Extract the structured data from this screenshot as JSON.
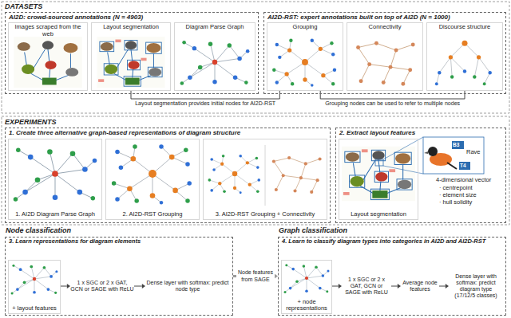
{
  "diagram": {
    "nodes": [
      {
        "text": [
          "AI2D: crowd-sourced annotations (N = 4903)"
        ]
      },
      {
        "text": [
          "Images scraped from the web"
        ],
        "in": 0
      },
      {
        "text": [
          "Layout segmentation"
        ],
        "in": 0
      },
      {
        "text": [
          "Diagram Parse Graph"
        ],
        "in": 0
      },
      {
        "text": [
          "AI2D-RST: expert annotations built on top of AI2D (N = 1000)"
        ]
      },
      {
        "text": [
          "Grouping"
        ],
        "in": 4
      },
      {
        "text": [
          "Connectivity"
        ],
        "in": 4
      },
      {
        "text": [
          "Discourse structure"
        ],
        "in": 4
      },
      {
        "text": [
          "1. Create three alternative graph-based representations of diagram structure"
        ]
      },
      {
        "text": [
          "1. AI2D Diagram Parse Graph"
        ],
        "in": 8
      },
      {
        "text": [
          "2. AI2D-RST Grouping"
        ],
        "in": 8
      },
      {
        "text": [
          "3. AI2D-RST Grouping + Connectivity"
        ],
        "in": 8
      },
      {
        "text": [
          "2. Extract layout features"
        ]
      },
      {
        "text": [
          "Layout segmentation"
        ],
        "in": 12
      },
      {
        "text": [
          "Node classification",
          "3. Learn representations for diagram elements"
        ]
      },
      {
        "text": [
          "+ layout features"
        ],
        "in": 14
      },
      {
        "text": [
          "1 x SGC or 2 x GAT, GCN or SAGE with ReLU"
        ],
        "in": 14
      },
      {
        "text": [
          "Dense layer with softmax: predict node type"
        ],
        "in": 14
      },
      {
        "text": [
          "Graph classification",
          "4. Learn to classify diagram types into categories in AI2D and AI2D-RST"
        ]
      },
      {
        "text": [
          "+ node representations"
        ],
        "in": 18
      },
      {
        "text": [
          "1 x SGC or 2 x GAT, GCN or SAGE with ReLU"
        ],
        "in": 18
      },
      {
        "text": [
          "Average node features"
        ],
        "in": 18
      },
      {
        "text": [
          "Dense layer with softmax: predict diagram type (17/12/5 classes)"
        ],
        "in": 18
      }
    ],
    "edges": [
      {
        "from": 2,
        "to": 5,
        "label": "Layout segmentation provides initial nodes for AI2D-RST",
        "arrow": "none"
      },
      {
        "from": 5,
        "to": 7,
        "label": "Grouping nodes can be used to refer to multiple nodes",
        "arrow": "none"
      },
      {
        "from": 15,
        "to": 16,
        "arrow": "to"
      },
      {
        "from": 16,
        "to": 17,
        "arrow": "to"
      },
      {
        "from": 14,
        "to": 18,
        "label": "Node features from SAGE",
        "arrow": "to"
      },
      {
        "from": 19,
        "to": 20,
        "arrow": "to"
      },
      {
        "from": 20,
        "to": 21,
        "arrow": "to"
      },
      {
        "from": 21,
        "to": 22,
        "arrow": "to"
      }
    ],
    "labels": [
      "DATASETS",
      "EXPERIMENTS",
      "B3",
      "Rave",
      "T4",
      "4-dimensional vector",
      "· centrepoint",
      "· element size",
      "· hull solidity"
    ]
  }
}
